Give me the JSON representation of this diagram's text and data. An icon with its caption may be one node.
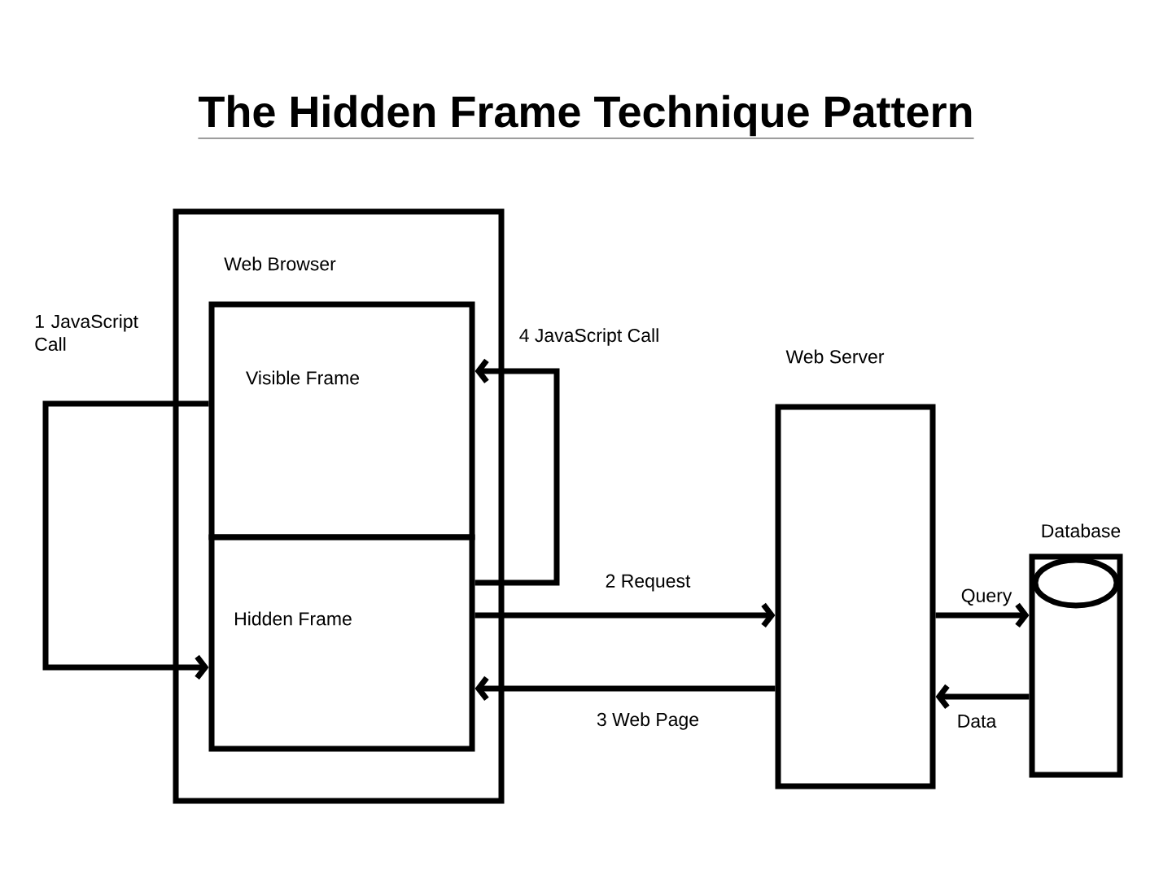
{
  "diagram": {
    "title": "The Hidden Frame Technique Pattern",
    "nodes": [
      {
        "text": [
          "Web Browser"
        ]
      },
      {
        "text": [
          "Visible Frame"
        ],
        "in": 0
      },
      {
        "text": [
          "Hidden Frame"
        ],
        "in": 0
      },
      {
        "text": [
          "Web Server"
        ]
      },
      {
        "text": [
          "Database"
        ]
      }
    ],
    "edges": [
      {
        "from": 1,
        "to": 2,
        "arrow": "to",
        "label": "1 JavaScript Call"
      },
      {
        "from": 2,
        "to": 1,
        "arrow": "to",
        "label": "4 JavaScript Call"
      },
      {
        "from": 2,
        "to": 3,
        "arrow": "to",
        "label": "2 Request"
      },
      {
        "from": 3,
        "to": 2,
        "arrow": "to",
        "label": "3 Web Page"
      },
      {
        "from": 3,
        "to": 4,
        "arrow": "to",
        "label": "Query"
      },
      {
        "from": 4,
        "to": 3,
        "arrow": "to",
        "label": "Data"
      }
    ]
  }
}
